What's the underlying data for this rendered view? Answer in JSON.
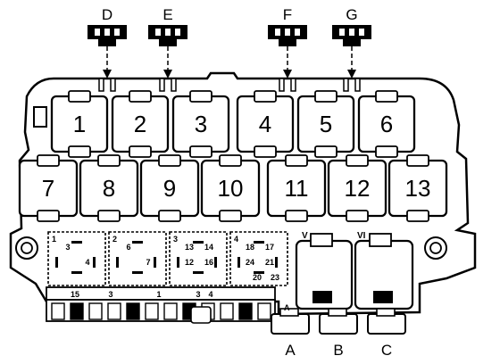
{
  "connectors_top": [
    {
      "label": "D"
    },
    {
      "label": "E"
    },
    {
      "label": "F"
    },
    {
      "label": "G"
    }
  ],
  "relays_row1": [
    "1",
    "2",
    "3",
    "4",
    "5",
    "6"
  ],
  "relays_row2": [
    "7",
    "8",
    "9",
    "10",
    "11",
    "12",
    "13"
  ],
  "connectors_bottom": [
    {
      "label": "A"
    },
    {
      "label": "B"
    },
    {
      "label": "C"
    }
  ],
  "fuse_blocks": [
    {
      "label": "1",
      "pins": [
        "3",
        "4"
      ]
    },
    {
      "label": "2",
      "pins": [
        "6",
        "7"
      ]
    },
    {
      "label": "3",
      "pins": [
        "13",
        "16",
        "12",
        "14"
      ]
    },
    {
      "label": "4",
      "pins": [
        "18",
        "21",
        "24",
        "17",
        "20",
        "23"
      ]
    }
  ],
  "section_labels": [
    "V",
    "VI"
  ],
  "bottom_strip_labels": [
    "15",
    "3",
    "1",
    "3",
    "4"
  ]
}
